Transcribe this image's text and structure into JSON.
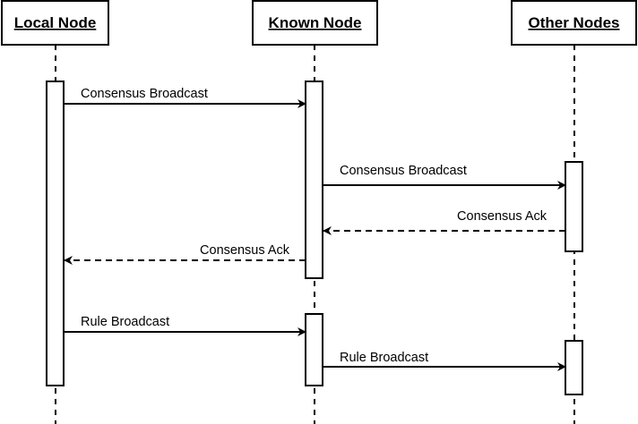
{
  "participants": [
    {
      "label": "Local Node"
    },
    {
      "label": "Known Node"
    },
    {
      "label": "Other Nodes"
    }
  ],
  "messages": [
    {
      "label": "Consensus Broadcast",
      "from": "Local Node",
      "to": "Known Node",
      "style": "solid"
    },
    {
      "label": "Consensus Broadcast",
      "from": "Known Node",
      "to": "Other Nodes",
      "style": "solid"
    },
    {
      "label": "Consensus Ack",
      "from": "Other Nodes",
      "to": "Known Node",
      "style": "dashed"
    },
    {
      "label": "Consensus Ack",
      "from": "Known Node",
      "to": "Local Node",
      "style": "dashed"
    },
    {
      "label": "Rule Broadcast",
      "from": "Local Node",
      "to": "Known Node",
      "style": "solid"
    },
    {
      "label": "Rule Broadcast",
      "from": "Known Node",
      "to": "Other Nodes",
      "style": "solid"
    }
  ],
  "colors": {
    "line": "#000000",
    "fill": "#ffffff"
  }
}
